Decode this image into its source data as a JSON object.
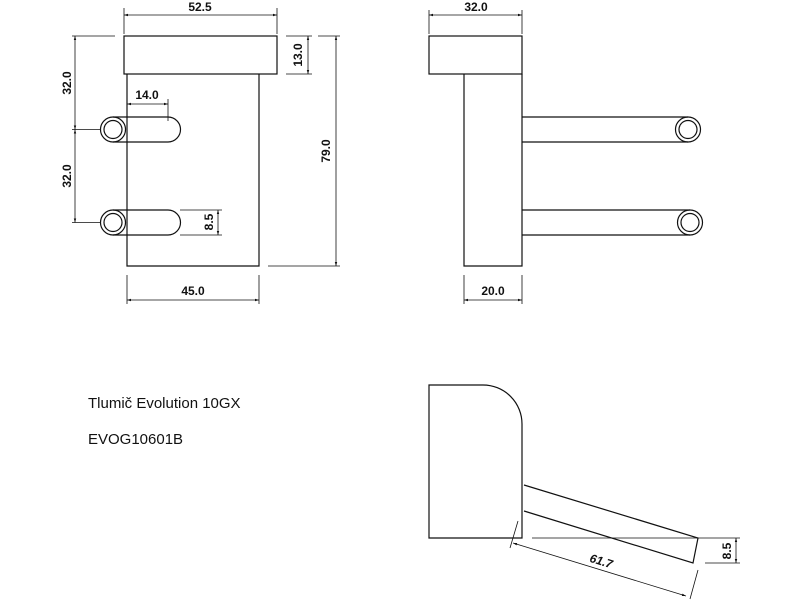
{
  "product": {
    "name": "Tlumič Evolution 10GX",
    "code": "EVOG10601B"
  },
  "front_view": {
    "dims": {
      "cap_width": "52.5",
      "cap_height": "13.0",
      "total_height": "79.0",
      "spacing_top": "32.0",
      "spacing_bottom": "32.0",
      "slot_length": "14.0",
      "peg_diameter": "8.5",
      "body_width": "45.0"
    }
  },
  "side_view": {
    "dims": {
      "cap_depth": "32.0",
      "body_depth": "20.0"
    }
  },
  "bottom_view": {
    "dims": {
      "peg_length": "61.7",
      "peg_diameter": "8.5"
    }
  },
  "colors": {
    "line": "#111111",
    "background": "#ffffff"
  }
}
